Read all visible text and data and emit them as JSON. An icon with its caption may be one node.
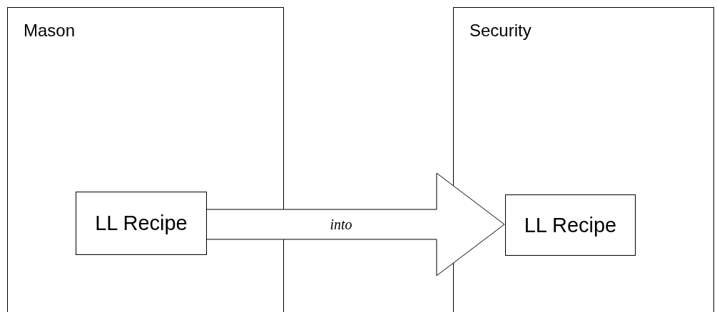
{
  "diagram": {
    "nodes": [
      {
        "text": [
          "Mason"
        ]
      },
      {
        "text": [
          "Security"
        ]
      },
      {
        "text": [
          "LL Recipe"
        ],
        "in": 0
      },
      {
        "text": [
          "LL Recipe"
        ],
        "in": 1
      }
    ],
    "edges": [
      {
        "from": 2,
        "to": 3,
        "arrow": "to",
        "label": "into",
        "style": "thick"
      }
    ]
  }
}
